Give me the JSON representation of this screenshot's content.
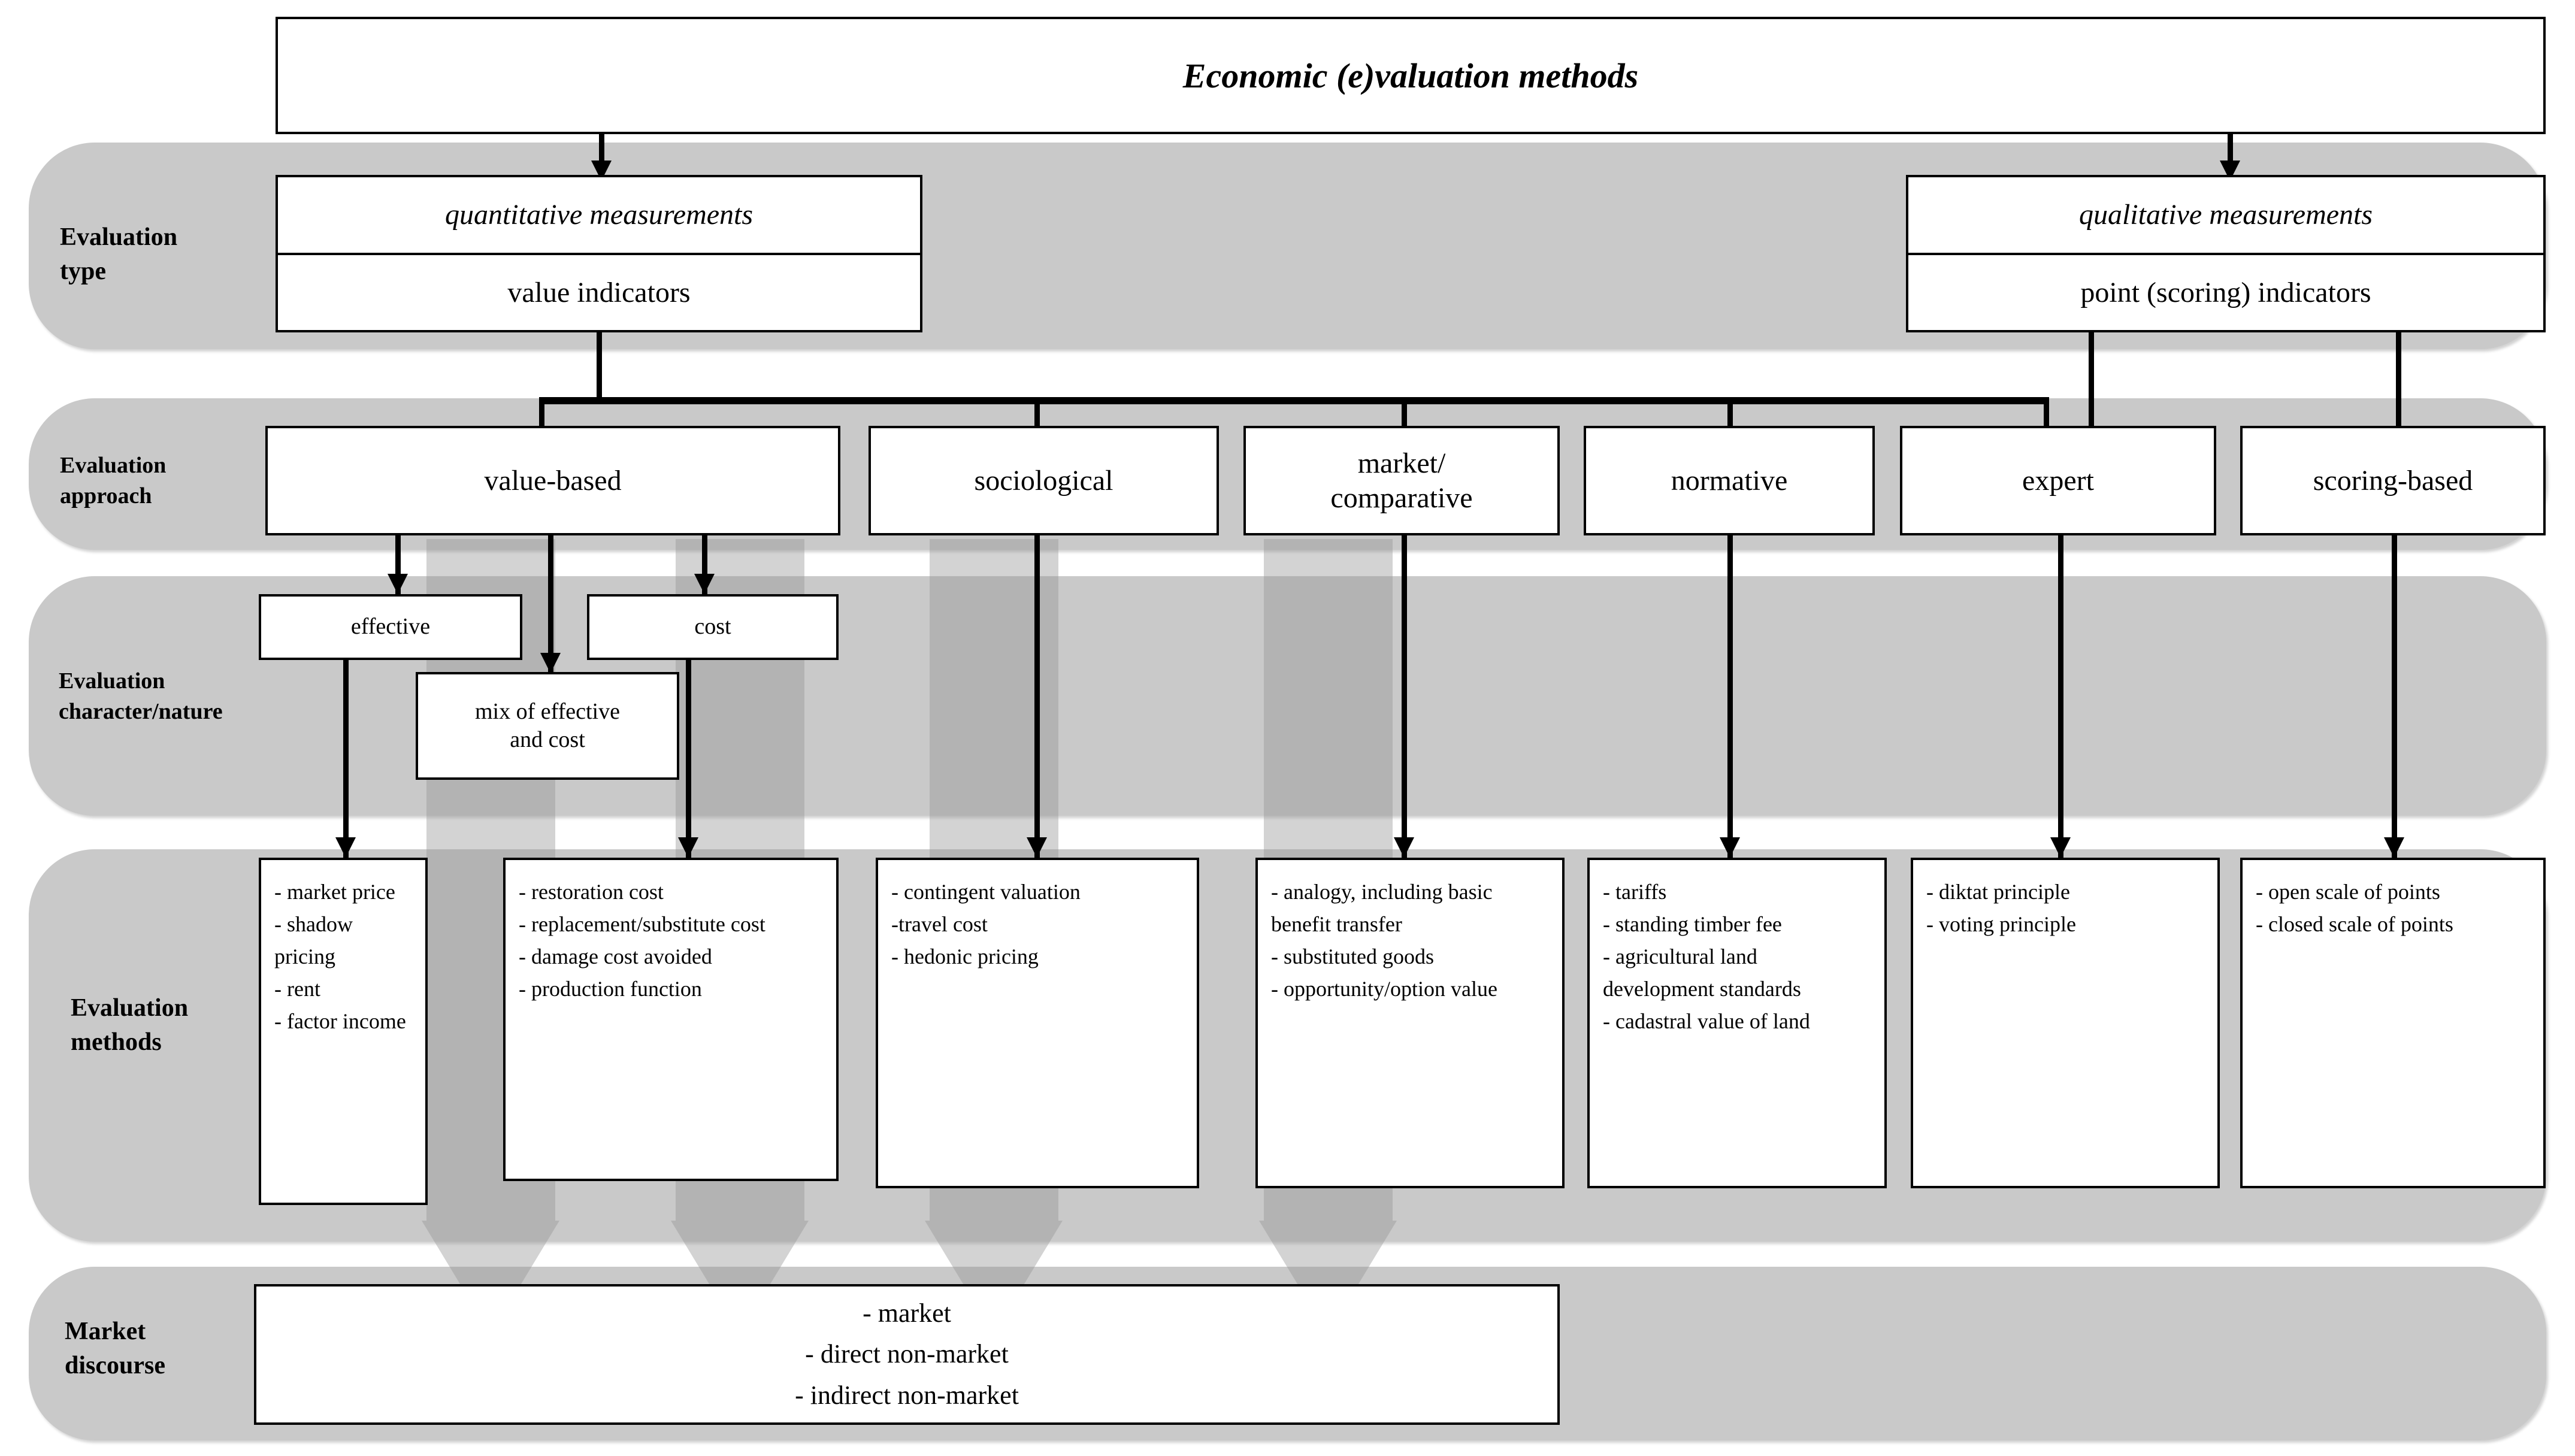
{
  "diagram": {
    "title": "Economic (e)valuation methods",
    "rows": [
      {
        "key": "type",
        "label": "Evaluation\ntype"
      },
      {
        "key": "approach",
        "label": "Evaluation\napproach"
      },
      {
        "key": "nature",
        "label": "Evaluation\ncharacter/nature"
      },
      {
        "key": "methods",
        "label": "Evaluation\nmethods"
      },
      {
        "key": "discourse",
        "label": "Market\ndiscourse"
      }
    ],
    "row_labels": {
      "type_l1": "Evaluation",
      "type_l2": "type",
      "approach_l1": "Evaluation",
      "approach_l2": "approach",
      "nature_l1": "Evaluation",
      "nature_l2": "character/nature",
      "methods_l1": "Evaluation",
      "methods_l2": "methods",
      "discourse_l1": "Market",
      "discourse_l2": "discourse"
    },
    "evaluation_type": {
      "quantitative": {
        "heading": "quantitative measurements",
        "sub": "value indicators"
      },
      "qualitative": {
        "heading": "qualitative measurements",
        "sub": "point (scoring) indicators"
      }
    },
    "evaluation_approach": [
      {
        "label": "value-based"
      },
      {
        "label": "sociological"
      },
      {
        "label_l1": "market/",
        "label_l2": "comparative"
      },
      {
        "label": "normative"
      },
      {
        "label": "expert"
      },
      {
        "label": "scoring-based"
      }
    ],
    "evaluation_character": [
      {
        "label": "effective"
      },
      {
        "label": "cost"
      },
      {
        "label_l1": "mix of effective",
        "label_l2": "and cost"
      }
    ],
    "evaluation_methods": [
      {
        "items": "- market price\n- shadow pricing\n- rent\n- factor income"
      },
      {
        "items": "- restoration cost\n- replacement/substitute cost\n- damage cost avoided\n- production function"
      },
      {
        "items": "- contingent valuation\n-travel cost\n- hedonic pricing"
      },
      {
        "items": "- analogy, including basic benefit transfer\n- substituted goods\n- opportunity/option value"
      },
      {
        "items": "- tariffs\n- standing timber fee\n- agricultural land development standards\n- cadastral value of land"
      },
      {
        "items": "- diktat principle\n- voting principle"
      },
      {
        "items": "- open scale of points\n- closed scale of points"
      }
    ],
    "market_discourse": {
      "l1": "- market",
      "l2": "- direct non-market",
      "l3": "- indirect non-market"
    },
    "colors": {
      "band": "#c9c9c9",
      "box_border": "#000000",
      "box_fill": "#ffffff",
      "block_arrow": "rgba(150,150,150,0.42)",
      "text": "#000000"
    }
  }
}
